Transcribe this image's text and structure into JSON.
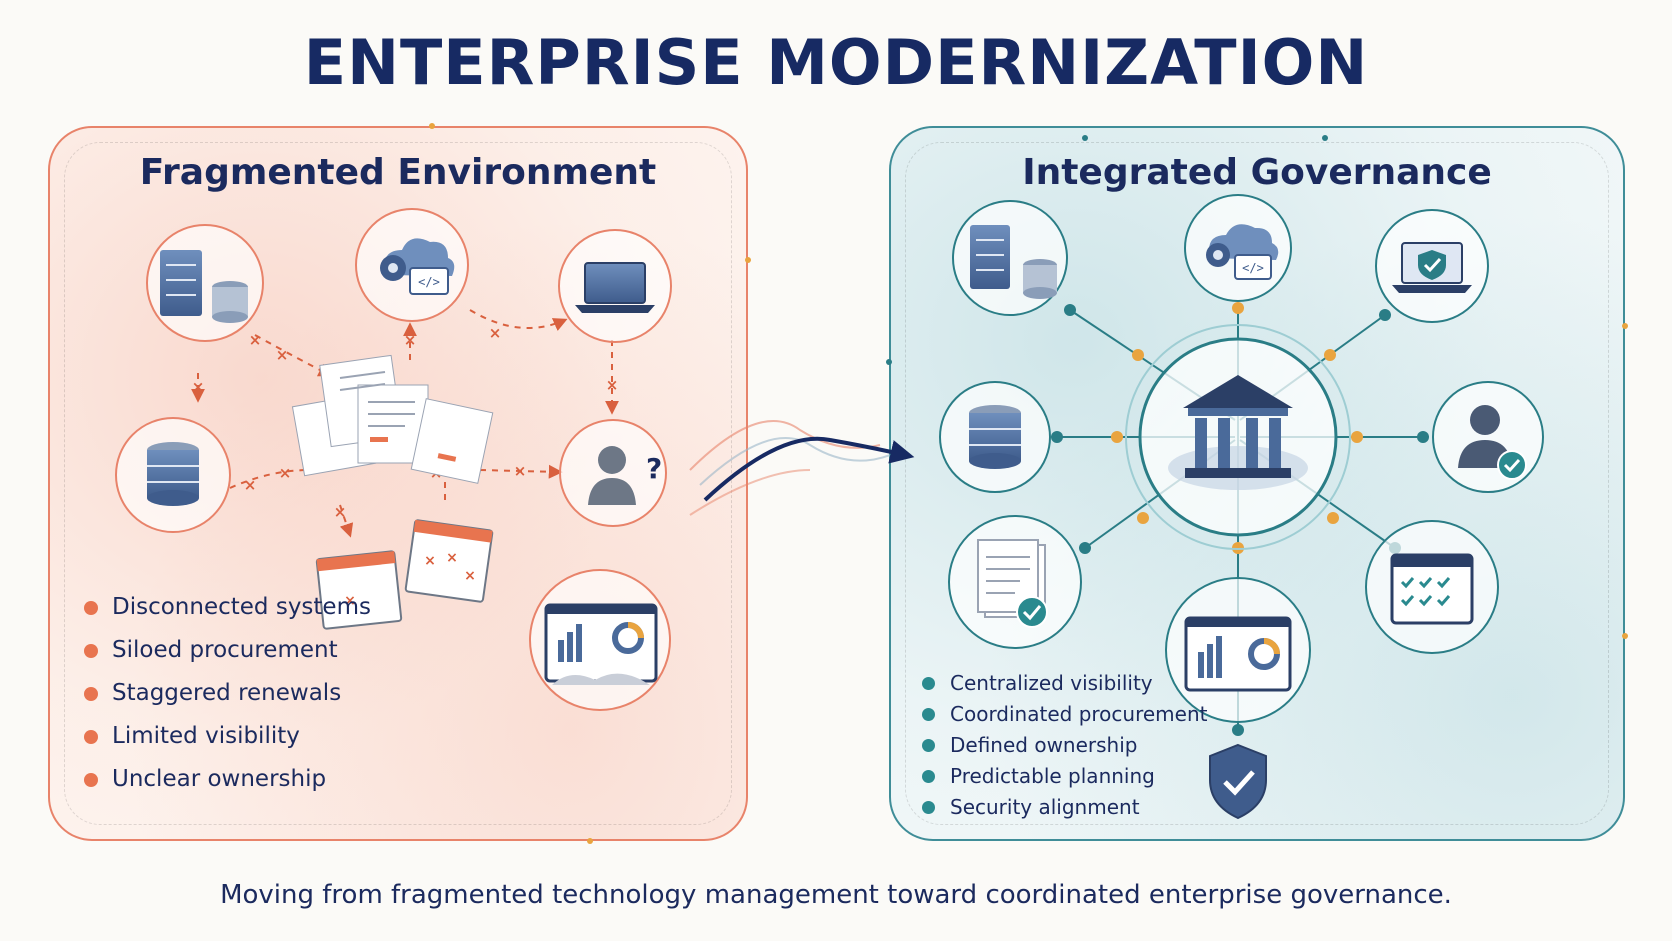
{
  "title": "ENTERPRISE MODERNIZATION",
  "left_panel": {
    "title": "Fragmented Environment",
    "bullets": [
      "Disconnected systems",
      "Siloed procurement",
      "Staggered renewals",
      "Limited visibility",
      "Unclear ownership"
    ],
    "icons": [
      "server-icon",
      "cloud-code-icon",
      "laptop-icon",
      "database-icon",
      "user-question-icon",
      "dashboard-icon",
      "documents-icon",
      "calendar-icon"
    ],
    "question_mark": "?"
  },
  "right_panel": {
    "title": "Integrated Governance",
    "bullets": [
      "Centralized visibility",
      "Coordinated procurement",
      "Defined ownership",
      "Predictable planning",
      "Security alignment"
    ],
    "icons": [
      "governance-building-icon",
      "server-icon",
      "cloud-code-icon",
      "secure-laptop-icon",
      "database-icon",
      "verified-user-icon",
      "approved-document-icon",
      "calendar-check-icon",
      "dashboard-icon",
      "security-shield-icon"
    ]
  },
  "subtitle": "Moving from fragmented technology management toward coordinated enterprise governance.",
  "colors": {
    "title": "#172a63",
    "left_accent": "#e8836a",
    "right_accent": "#3f8d98",
    "node_dot": "#e9a43f",
    "icon_blue": "#4a6a9a"
  }
}
